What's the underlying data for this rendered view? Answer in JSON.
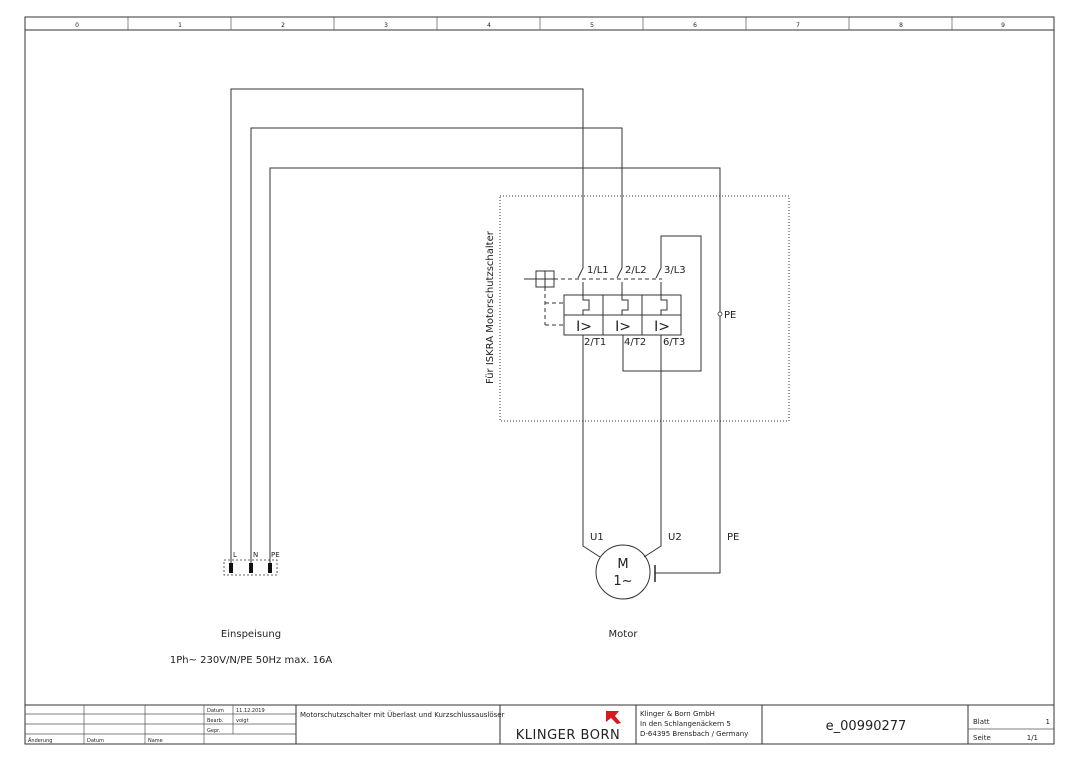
{
  "frame": {
    "column_numbers": [
      "0",
      "1",
      "2",
      "3",
      "4",
      "5",
      "6",
      "7",
      "8",
      "9"
    ]
  },
  "schematic": {
    "breaker_label": "Für ISKRA Motorschutzschalter",
    "terminals_top": [
      "1/L1",
      "2/L2",
      "3/L3"
    ],
    "terminals_bottom": [
      "2/T1",
      "4/T2",
      "6/T3"
    ],
    "trip_symbol": "I>",
    "pe_label": "PE",
    "supply_terminals": [
      "L",
      "N",
      "PE"
    ],
    "motor_terminals": [
      "U1",
      "U2"
    ],
    "motor_pe": "PE",
    "motor_symbol_top": "M",
    "motor_symbol_bottom": "1~",
    "supply_title": "Einspeisung",
    "supply_spec": "1Ph~ 230V/N/PE 50Hz max. 16A",
    "motor_title": "Motor"
  },
  "title_block": {
    "label_change": "Änderung",
    "label_date": "Datum",
    "label_name": "Name",
    "label_datum": "Datum",
    "value_datum": "11.12.2019",
    "label_bearb": "Bearb.",
    "value_bearb": "voigt",
    "label_gepr": "Gepr.",
    "description": "Motorschutzschalter mit Überlast und Kurzschlussauslöser",
    "brand": "KLINGER BORN",
    "company_name": "Klinger & Born GmbH",
    "company_street": "In den Schlangenäckern 5",
    "company_city": "D-64395 Brensbach / Germany",
    "drawing_number": "e_00990277",
    "label_blatt": "Blatt",
    "value_blatt": "1",
    "label_seite": "Seite",
    "value_seite": "1/1"
  }
}
